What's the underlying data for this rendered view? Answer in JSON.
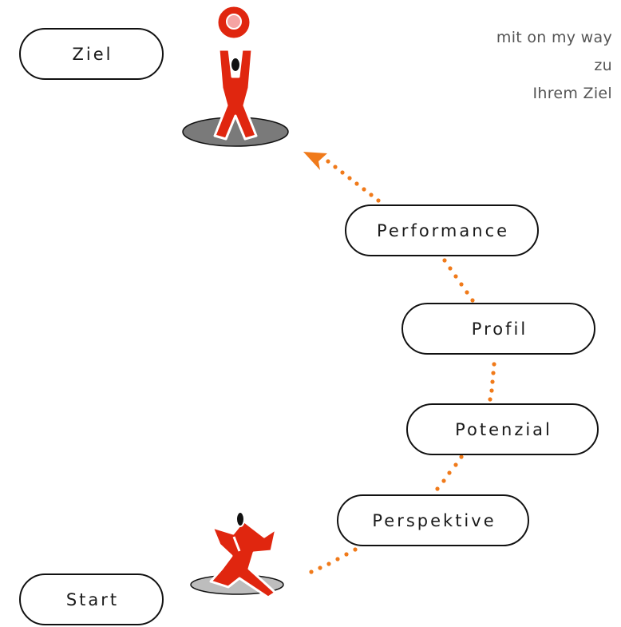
{
  "tagline": {
    "line1": "mit on my way",
    "line2": "zu",
    "line3": "Ihrem Ziel"
  },
  "steps": {
    "ziel": "Ziel",
    "performance": "Performance",
    "profil": "Profil",
    "potenzial": "Potenzial",
    "perspektive": "Perspektive",
    "start": "Start"
  },
  "colors": {
    "accent": "#f07a1a",
    "figure": "#e0260f",
    "outline": "#111111",
    "platform_goal": "#7a7a7a",
    "platform_start": "#bdbdbd"
  },
  "icons": {
    "goal_figure": "person-arms-raised-holding-target-icon",
    "start_figure": "person-running-start-icon"
  }
}
